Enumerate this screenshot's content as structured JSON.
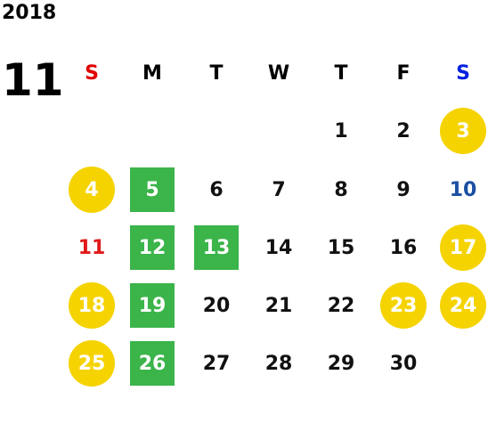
{
  "year": "2018",
  "month": "11",
  "weekdays": [
    "S",
    "M",
    "T",
    "W",
    "T",
    "F",
    "S"
  ],
  "weekday_colors": {
    "sun": "#e00000",
    "sat": "#0020e0"
  },
  "highlight_colors": {
    "circle": "#f5d300",
    "square": "#3bb44a"
  },
  "days": [
    {
      "d": "1",
      "col": 4,
      "row": 0,
      "style": "plain"
    },
    {
      "d": "2",
      "col": 5,
      "row": 0,
      "style": "plain"
    },
    {
      "d": "3",
      "col": 6,
      "row": 0,
      "style": "circle"
    },
    {
      "d": "4",
      "col": 0,
      "row": 1,
      "style": "circle"
    },
    {
      "d": "5",
      "col": 1,
      "row": 1,
      "style": "square"
    },
    {
      "d": "6",
      "col": 2,
      "row": 1,
      "style": "plain"
    },
    {
      "d": "7",
      "col": 3,
      "row": 1,
      "style": "plain"
    },
    {
      "d": "8",
      "col": 4,
      "row": 1,
      "style": "plain"
    },
    {
      "d": "9",
      "col": 5,
      "row": 1,
      "style": "plain"
    },
    {
      "d": "10",
      "col": 6,
      "row": 1,
      "style": "blue"
    },
    {
      "d": "11",
      "col": 0,
      "row": 2,
      "style": "red"
    },
    {
      "d": "12",
      "col": 1,
      "row": 2,
      "style": "square"
    },
    {
      "d": "13",
      "col": 2,
      "row": 2,
      "style": "square"
    },
    {
      "d": "14",
      "col": 3,
      "row": 2,
      "style": "plain"
    },
    {
      "d": "15",
      "col": 4,
      "row": 2,
      "style": "plain"
    },
    {
      "d": "16",
      "col": 5,
      "row": 2,
      "style": "plain"
    },
    {
      "d": "17",
      "col": 6,
      "row": 2,
      "style": "circle"
    },
    {
      "d": "18",
      "col": 0,
      "row": 3,
      "style": "circle"
    },
    {
      "d": "19",
      "col": 1,
      "row": 3,
      "style": "square"
    },
    {
      "d": "20",
      "col": 2,
      "row": 3,
      "style": "plain"
    },
    {
      "d": "21",
      "col": 3,
      "row": 3,
      "style": "plain"
    },
    {
      "d": "22",
      "col": 4,
      "row": 3,
      "style": "plain"
    },
    {
      "d": "23",
      "col": 5,
      "row": 3,
      "style": "circle"
    },
    {
      "d": "24",
      "col": 6,
      "row": 3,
      "style": "circle"
    },
    {
      "d": "25",
      "col": 0,
      "row": 4,
      "style": "circle"
    },
    {
      "d": "26",
      "col": 1,
      "row": 4,
      "style": "square"
    },
    {
      "d": "27",
      "col": 2,
      "row": 4,
      "style": "plain"
    },
    {
      "d": "28",
      "col": 3,
      "row": 4,
      "style": "plain"
    },
    {
      "d": "29",
      "col": 4,
      "row": 4,
      "style": "plain"
    },
    {
      "d": "30",
      "col": 5,
      "row": 4,
      "style": "plain"
    }
  ]
}
